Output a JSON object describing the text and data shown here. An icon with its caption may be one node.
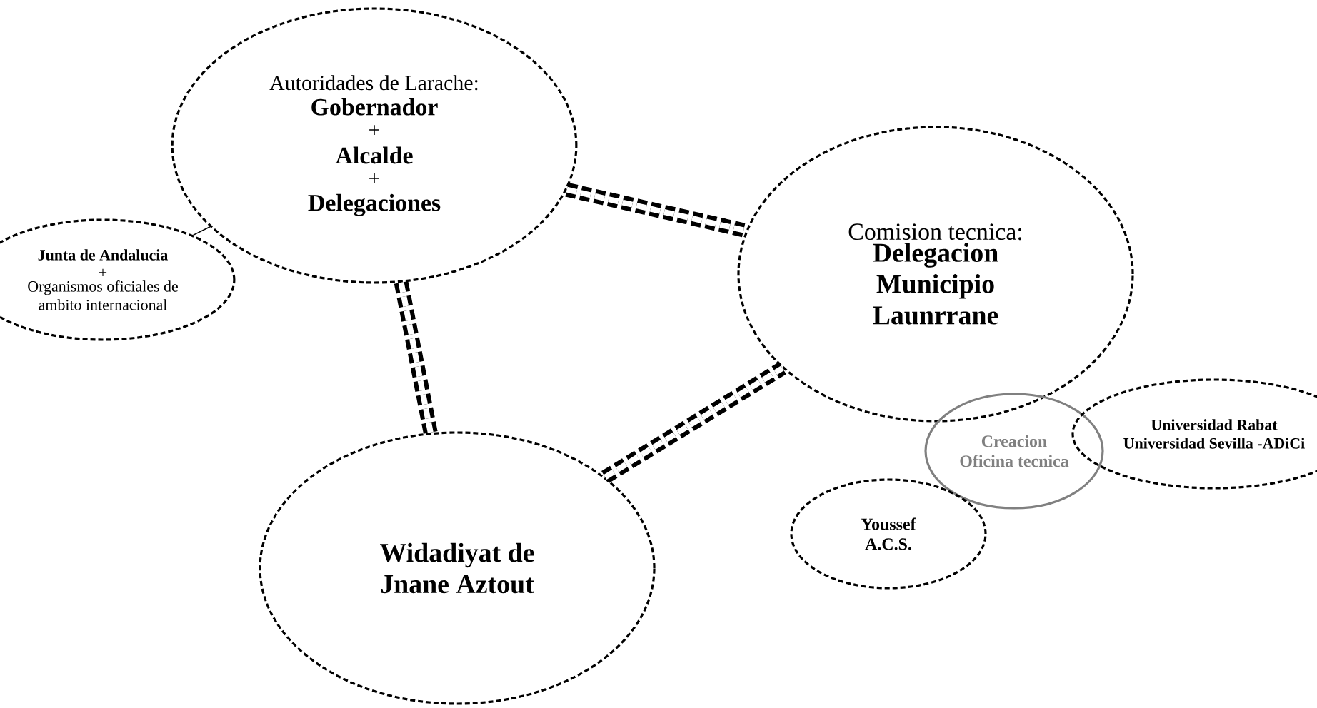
{
  "diagram": {
    "nodes": [
      {
        "text": [
          "Autoridades de Larache:",
          "Gobernador",
          "+",
          "Alcalde",
          "+",
          "Delegaciones"
        ]
      },
      {
        "text": [
          "Junta de Andalucia",
          "+",
          "Organismos oficiales de ambito internacional"
        ]
      },
      {
        "text": [
          "Comision tecnica:",
          "Delegacion Municipio Launrrane"
        ]
      },
      {
        "text": [
          "Widadiyat de Jnane Aztout"
        ]
      },
      {
        "text": [
          "Creacion Oficina tecnica"
        ]
      },
      {
        "text": [
          "Universidad Rabat",
          "Universidad Sevilla -ADiCi"
        ]
      },
      {
        "text": [
          "Youssef A.C.S."
        ]
      }
    ],
    "edges": [
      {
        "from": 0,
        "to": 2,
        "arrow": "none",
        "style": "dashed"
      },
      {
        "from": 0,
        "to": 3,
        "arrow": "none",
        "style": "dashed"
      },
      {
        "from": 3,
        "to": 2,
        "arrow": "none",
        "style": "dashed"
      },
      {
        "from": 1,
        "to": 0,
        "arrow": "none"
      }
    ]
  }
}
